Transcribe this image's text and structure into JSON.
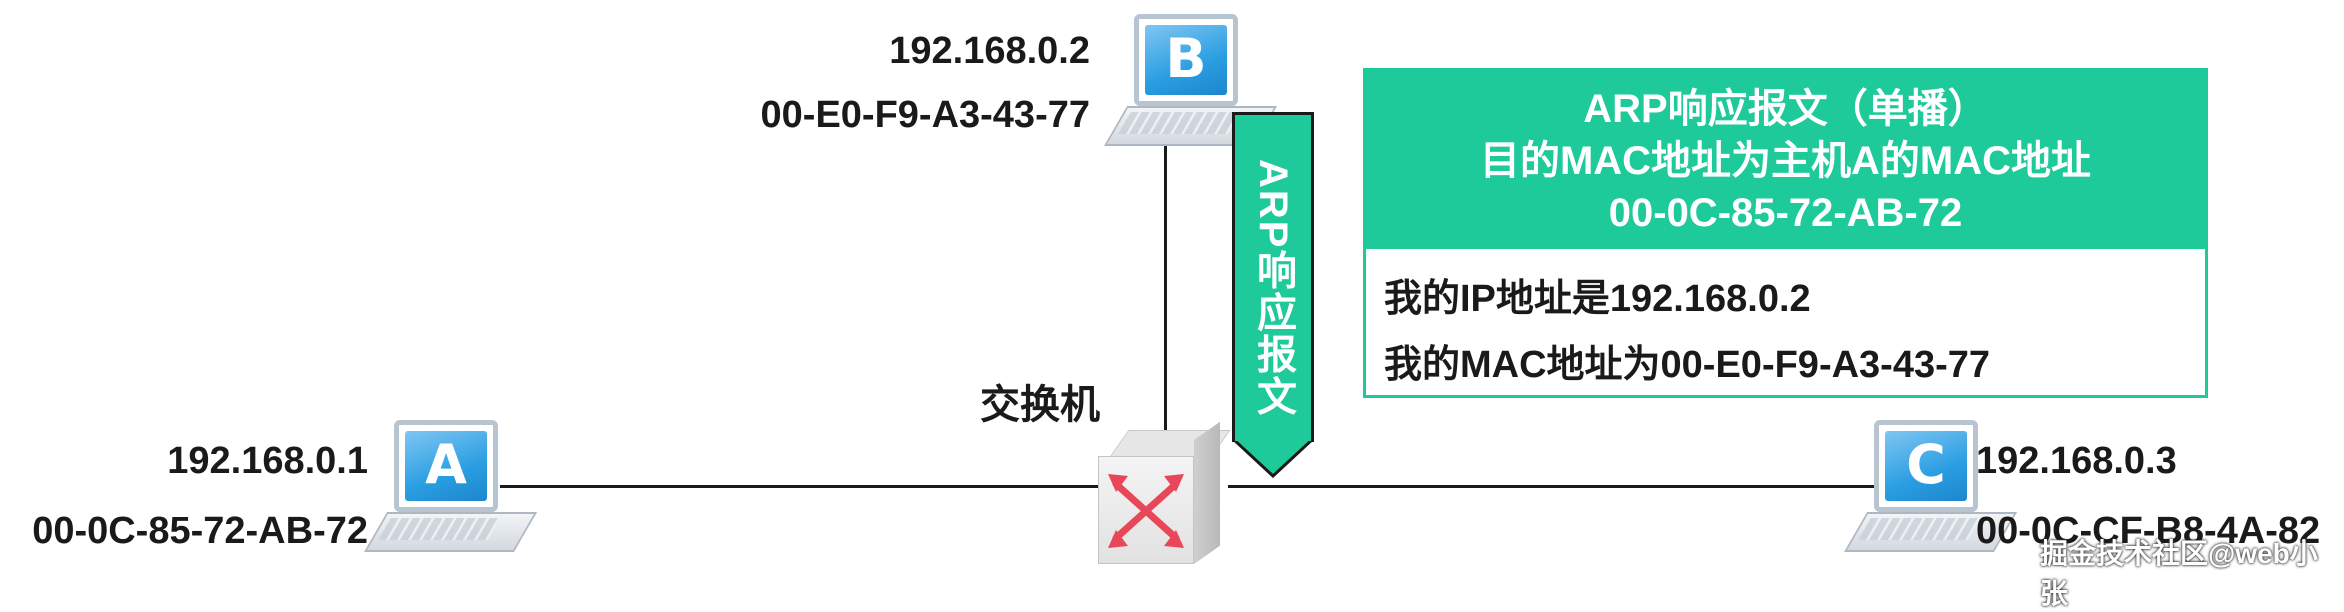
{
  "hosts": {
    "a": {
      "letter": "A",
      "ip": "192.168.0.1",
      "mac": "00-0C-85-72-AB-72"
    },
    "b": {
      "letter": "B",
      "ip": "192.168.0.2",
      "mac": "00-E0-F9-A3-43-77"
    },
    "c": {
      "letter": "C",
      "ip": "192.168.0.3",
      "mac": "00-0C-CF-B8-4A-82"
    }
  },
  "switch": {
    "label": "交换机"
  },
  "arrow": {
    "label": "ARP响应报文"
  },
  "infobox": {
    "header_line1": "ARP响应报文（单播）",
    "header_line2": "目的MAC地址为主机A的MAC地址",
    "header_line3": "00-0C-85-72-AB-72",
    "body_line1": "我的IP地址是192.168.0.2",
    "body_line2": "我的MAC地址为00-E0-F9-A3-43-77"
  },
  "watermark": "掘金技术社区@web小张",
  "colors": {
    "accent": "#1ec99a",
    "laptop_screen": "#2a9ee2",
    "switch_arrows": "#e8475a"
  }
}
